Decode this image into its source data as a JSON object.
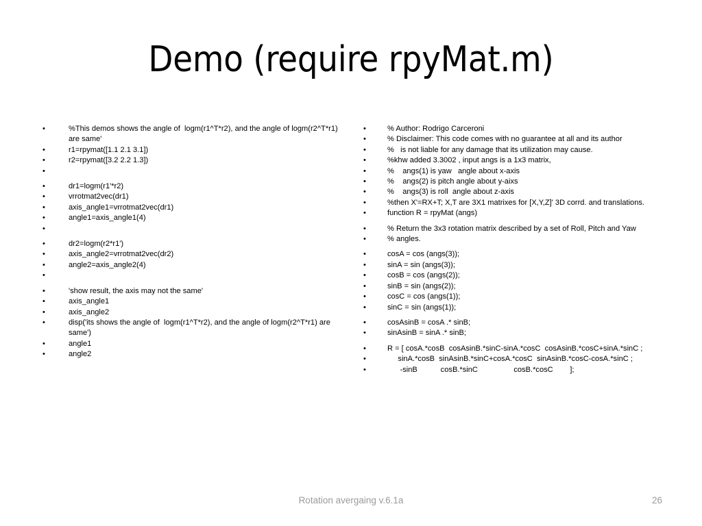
{
  "slide": {
    "title": "Demo (require rpyMat.m)",
    "background_color": "#ffffff",
    "text_color": "#000000",
    "footer_color": "#9a9a9a",
    "bullet_glyph": "•"
  },
  "columns": {
    "left": {
      "name": "demo-script-column",
      "lines": [
        {
          "bullet": true,
          "text": "%This demos shows the angle of  logm(r1^T*r2), and the angle of logm(r2^T*r1) are same'",
          "spaced": false
        },
        {
          "bullet": true,
          "text": "r1=rpymat([1.1 2.1 3.1])",
          "spaced": false
        },
        {
          "bullet": true,
          "text": "r2=rpymat([3.2 2.2 1.3])",
          "spaced": false
        },
        {
          "bullet": true,
          "text": "",
          "spaced": false
        },
        {
          "bullet": true,
          "text": "dr1=logm(r1'*r2)",
          "spaced": true
        },
        {
          "bullet": true,
          "text": "vrrotmat2vec(dr1)",
          "spaced": false
        },
        {
          "bullet": true,
          "text": "axis_angle1=vrrotmat2vec(dr1)",
          "spaced": false
        },
        {
          "bullet": true,
          "text": "angle1=axis_angle1(4)",
          "spaced": false
        },
        {
          "bullet": true,
          "text": "",
          "spaced": false
        },
        {
          "bullet": true,
          "text": "dr2=logm(r2*r1')",
          "spaced": true
        },
        {
          "bullet": true,
          "text": "axis_angle2=vrrotmat2vec(dr2)",
          "spaced": false
        },
        {
          "bullet": true,
          "text": "angle2=axis_angle2(4)",
          "spaced": false
        },
        {
          "bullet": true,
          "text": "",
          "spaced": false
        },
        {
          "bullet": true,
          "text": "'show result, the axis may not the same'",
          "spaced": true
        },
        {
          "bullet": true,
          "text": "axis_angle1",
          "spaced": false
        },
        {
          "bullet": true,
          "text": "axis_angle2",
          "spaced": false
        },
        {
          "bullet": true,
          "text": "disp('its shows the angle of  logm(r1^T*r2), and the angle of logm(r2^T*r1) are same')",
          "spaced": false
        },
        {
          "bullet": true,
          "text": "angle1",
          "spaced": false
        },
        {
          "bullet": true,
          "text": "angle2",
          "spaced": false
        }
      ]
    },
    "right": {
      "name": "rpymat-function-column",
      "lines": [
        {
          "bullet": true,
          "text": "% Author: Rodrigo Carceroni",
          "spaced": false
        },
        {
          "bullet": true,
          "text": "% Disclaimer: This code comes with no guarantee at all and its author",
          "spaced": false
        },
        {
          "bullet": true,
          "text": "%   is not liable for any damage that its utilization may cause.",
          "spaced": false
        },
        {
          "bullet": true,
          "text": "%khw added 3.3002 , input angs is a 1x3 matrix,",
          "spaced": false
        },
        {
          "bullet": true,
          "text": "%    angs(1) is yaw   angle about x-axis",
          "spaced": false
        },
        {
          "bullet": true,
          "text": "%    angs(2) is pitch angle about y-aixs",
          "spaced": false
        },
        {
          "bullet": true,
          "text": "%    angs(3) is roll  angle about z-axis",
          "spaced": false
        },
        {
          "bullet": true,
          "text": "%then X'=RX+T; X,T are 3X1 matrixes for [X,Y,Z]' 3D corrd. and translations.",
          "spaced": false
        },
        {
          "bullet": true,
          "text": "function R = rpyMat (angs)",
          "spaced": false
        },
        {
          "bullet": true,
          "text": "% Return the 3x3 rotation matrix described by a set of Roll, Pitch and Yaw",
          "spaced": true
        },
        {
          "bullet": true,
          "text": "% angles.",
          "spaced": false
        },
        {
          "bullet": true,
          "text": "cosA = cos (angs(3));",
          "spaced": true
        },
        {
          "bullet": true,
          "text": "sinA = sin (angs(3));",
          "spaced": false
        },
        {
          "bullet": true,
          "text": "cosB = cos (angs(2));",
          "spaced": false
        },
        {
          "bullet": true,
          "text": "sinB = sin (angs(2));",
          "spaced": false
        },
        {
          "bullet": true,
          "text": "cosC = cos (angs(1));",
          "spaced": false
        },
        {
          "bullet": true,
          "text": "sinC = sin (angs(1));",
          "spaced": false
        },
        {
          "bullet": true,
          "text": "cosAsinB = cosA .* sinB;",
          "spaced": true
        },
        {
          "bullet": true,
          "text": "sinAsinB = sinA .* sinB;",
          "spaced": false
        },
        {
          "bullet": true,
          "text": "R = [ cosA.*cosB  cosAsinB.*sinC-sinA.*cosC  cosAsinB.*cosC+sinA.*sinC ;",
          "spaced": true
        },
        {
          "bullet": true,
          "text": "     sinA.*cosB  sinAsinB.*sinC+cosA.*cosC  sinAsinB.*cosC-cosA.*sinC ;",
          "spaced": false
        },
        {
          "bullet": true,
          "text": "      -sinB           cosB.*sinC                 cosB.*cosC        ];",
          "spaced": false
        }
      ]
    }
  },
  "footer": {
    "note": "Rotation avergaing v.6.1a",
    "page_number": "26"
  }
}
